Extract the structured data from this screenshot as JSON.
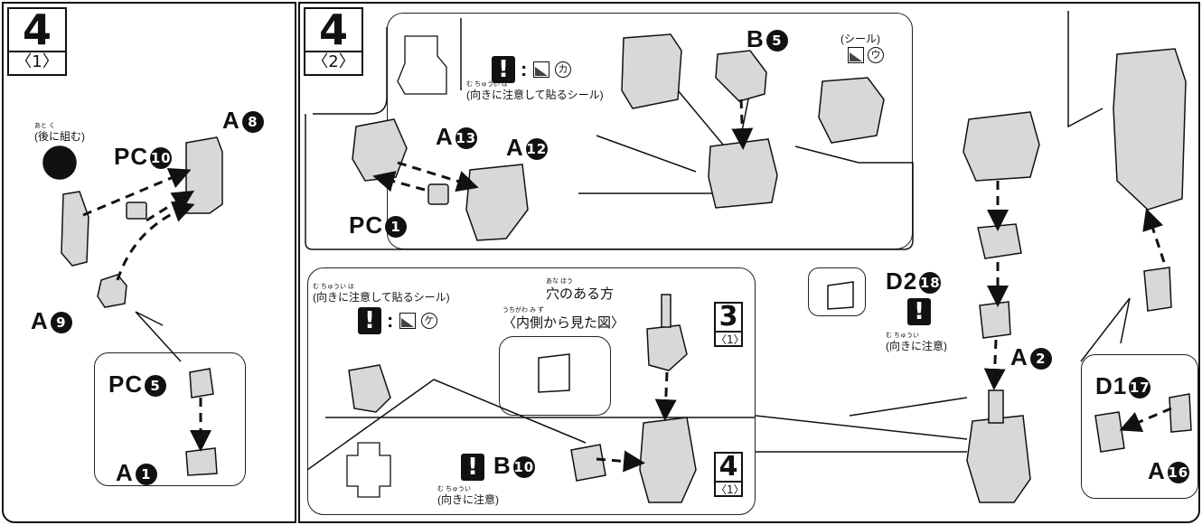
{
  "step1": {
    "number": "4",
    "sub": "〈1〉",
    "later_note": "(後に組む)",
    "later_note_ruby": "あと   く",
    "labels": {
      "a8": {
        "text": "A",
        "num": "8"
      },
      "pc10": {
        "text": "PC",
        "num": "10"
      },
      "a9": {
        "text": "A",
        "num": "9"
      },
      "pc5": {
        "text": "PC",
        "num": "5"
      },
      "a1": {
        "text": "A",
        "num": "1"
      }
    }
  },
  "step2": {
    "number": "4",
    "sub": "〈2〉",
    "sticker_note_top": "(向きに注意して貼るシール)",
    "sticker_note_top_ruby": "む    ちゅうい    は",
    "sticker_note_left": "(向きに注意して貼るシール)",
    "sticker_note_left_ruby": "む    ちゅうい    は",
    "seal_label": "(シール)",
    "sticker_ka": "カ",
    "sticker_u": "ウ",
    "sticker_ke": "ケ",
    "hole_side": "穴のある方",
    "hole_side_ruby": "あな         ほう",
    "inner_view": "〈内側から見た図〉",
    "inner_view_ruby": "うちがわ      み    ず",
    "mind_direction_1": "(向きに注意)",
    "mind_direction_1_ruby": "む   ちゅうい",
    "mind_direction_2": "(向きに注意)",
    "mind_direction_2_ruby": "む   ちゅうい",
    "ref_a": {
      "number": "3",
      "sub": "〈1〉"
    },
    "ref_b": {
      "number": "4",
      "sub": "〈1〉"
    },
    "labels": {
      "b5": {
        "text": "B",
        "num": "5"
      },
      "a13": {
        "text": "A",
        "num": "13"
      },
      "a12": {
        "text": "A",
        "num": "12"
      },
      "pc1": {
        "text": "PC",
        "num": "1"
      },
      "d218": {
        "text": "D2",
        "num": "18"
      },
      "a2": {
        "text": "A",
        "num": "2"
      },
      "b10": {
        "text": "B",
        "num": "10"
      },
      "d117": {
        "text": "D1",
        "num": "17"
      },
      "a16": {
        "text": "A",
        "num": "16"
      }
    }
  },
  "warn_glyph": "!",
  "colon": ":"
}
